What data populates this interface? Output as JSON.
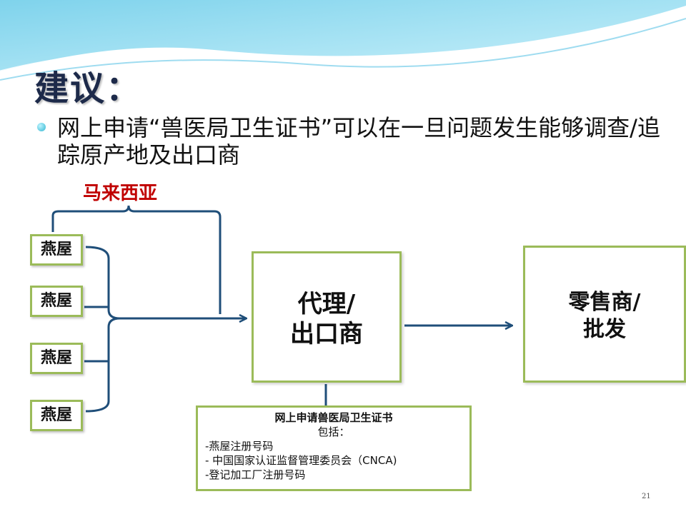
{
  "slide": {
    "title": "建议：",
    "bullet": "网上申请“兽医局卫生证书”可以在一旦问题发生能够调查/追踪原产地及出口商",
    "page_number": "21"
  },
  "diagram": {
    "region_label": "马来西亚",
    "houses": [
      "燕屋",
      "燕屋",
      "燕屋",
      "燕屋"
    ],
    "agent": {
      "line1": "代理/",
      "line2": "出口商"
    },
    "retail": {
      "line1": "零售商/",
      "line2": "批发"
    },
    "certificate": {
      "title": "网上申请兽医局卫生证书",
      "subtitle": "包括：",
      "items": [
        "-燕屋注册号码",
        "- 中国国家认证监督管理委员会（CNCA)",
        "-登记加工厂注册号码"
      ]
    },
    "colors": {
      "box_border": "#9bbb59",
      "arrow": "#1f4e79",
      "region_text": "#c00000"
    }
  }
}
